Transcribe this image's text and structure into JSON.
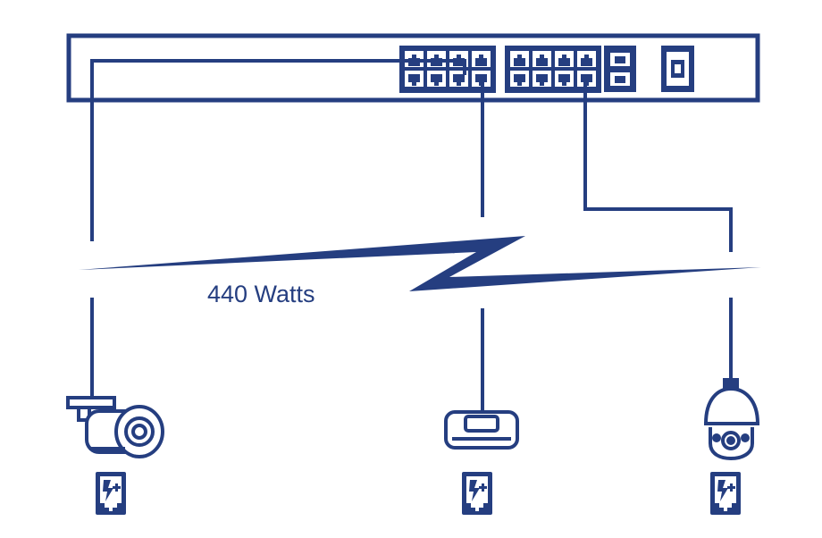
{
  "colors": {
    "primary": "#253e80",
    "background": "#ffffff"
  },
  "diagram": {
    "power_label": "440 Watts",
    "switch": {
      "poe_port_groups": 2,
      "ports_per_group": 8,
      "uplink_ports": 2,
      "sfp_slots": 1
    },
    "devices": [
      {
        "icon": "bullet-camera-icon",
        "badge": "poe-plus-icon"
      },
      {
        "icon": "access-point-icon",
        "badge": "poe-plus-icon"
      },
      {
        "icon": "ptz-dome-camera-icon",
        "badge": "poe-plus-icon"
      }
    ]
  }
}
